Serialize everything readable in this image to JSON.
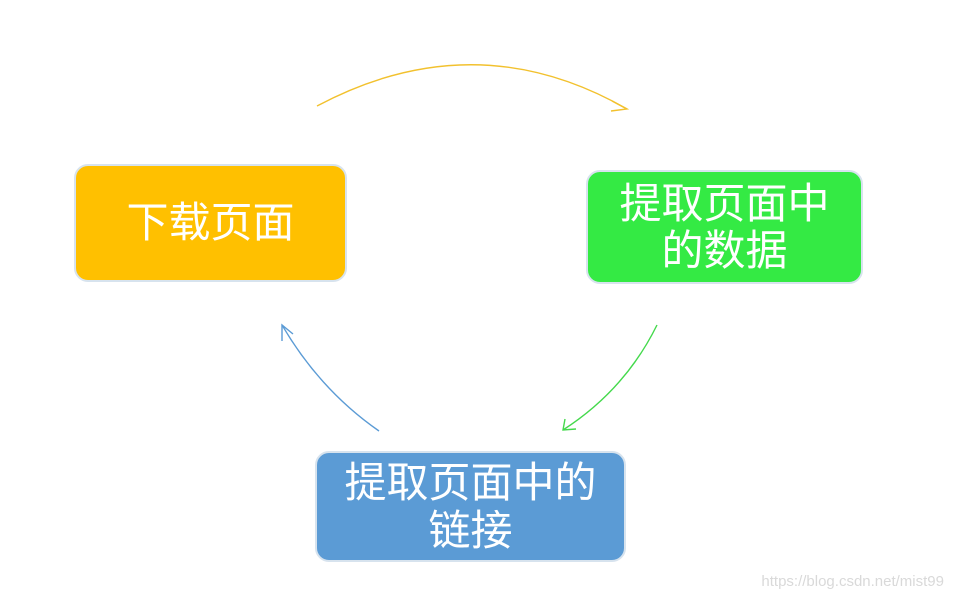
{
  "nodes": {
    "download_page": {
      "label": "下载页面",
      "color": "#ffc000"
    },
    "extract_page_data": {
      "label": "提取页面中\n的数据",
      "color": "#34ea44"
    },
    "extract_page_links": {
      "label": "提取页面中的\n链接",
      "color": "#5b9bd5"
    }
  },
  "edges": [
    {
      "from": "download_page",
      "to": "extract_page_data",
      "color": "#f2c12e"
    },
    {
      "from": "extract_page_data",
      "to": "extract_page_links",
      "color": "#44d94c"
    },
    {
      "from": "extract_page_links",
      "to": "download_page",
      "color": "#5b9bd5"
    }
  ],
  "watermark": {
    "text": "https://blog.csdn.net/mist99"
  }
}
